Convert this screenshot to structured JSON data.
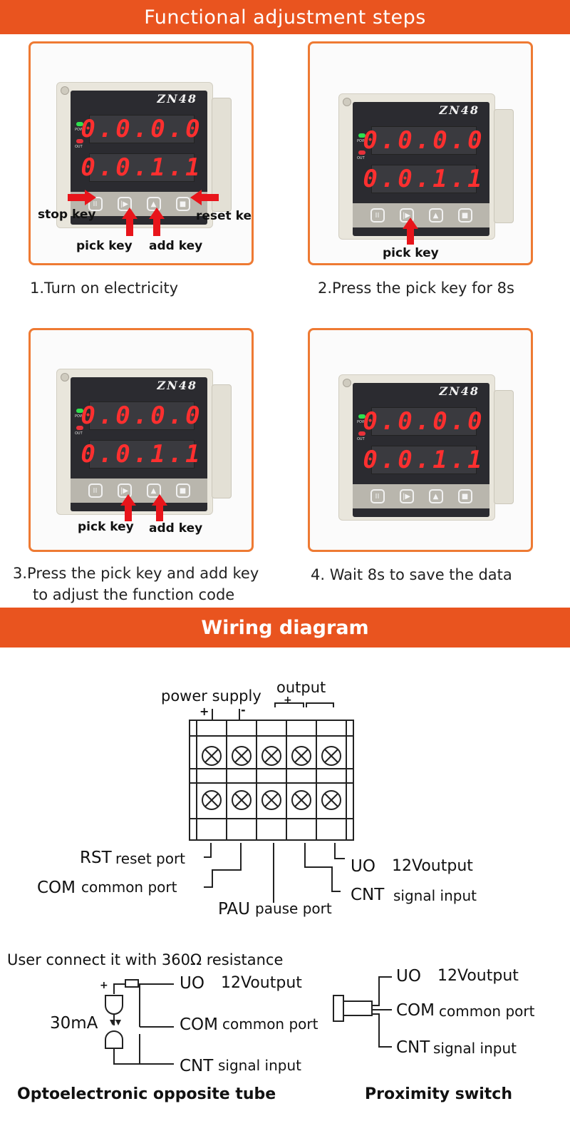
{
  "banners": {
    "top": "Functional adjustment steps",
    "wiring": "Wiring diagram"
  },
  "device": {
    "model": "ZN48",
    "led_pow": "POW",
    "led_out": "OUT",
    "display_top": "0.0.0.0",
    "display_bottom": "0.0.1.1",
    "key_icons": [
      "II",
      "|▶",
      "▲",
      "■"
    ]
  },
  "steps": [
    {
      "caption": "1.Turn on electricity",
      "labels": {
        "stop": "stop key",
        "reset": "reset key",
        "pick": "pick key",
        "add": "add key"
      }
    },
    {
      "caption": "2.Press the pick key for 8s",
      "labels": {
        "pick": "pick key"
      }
    },
    {
      "caption_line1": "3.Press the pick key and add key",
      "caption_line2": "to adjust the function code",
      "labels": {
        "pick": "pick key",
        "add": "add key"
      }
    },
    {
      "caption": "4. Wait 8s to save the data"
    }
  ],
  "wiring": {
    "power_supply": "power supply",
    "output": "output",
    "plus": "+",
    "minus": "-",
    "out_plus": "+",
    "rst_code": "RST",
    "rst_text": "reset port",
    "com_code": "COM",
    "com_text": "common port",
    "pau_code": "PAU",
    "pau_text": "pause port",
    "uo_code": "UO",
    "uo_text": "12Voutput",
    "cnt_code": "CNT",
    "cnt_text": "signal input"
  },
  "opto": {
    "note": "User connect it with 360Ω resistance",
    "current": "30mA",
    "plus": "+",
    "uo_code": "UO",
    "uo_text": "12Voutput",
    "com_code": "COM",
    "com_text": "common port",
    "cnt_code": "CNT",
    "cnt_text": "signal input",
    "title": "Optoelectronic opposite tube"
  },
  "proximity": {
    "uo_code": "UO",
    "uo_text": "12Voutput",
    "com_code": "COM",
    "com_text": "common port",
    "cnt_code": "CNT",
    "cnt_text": "signal input",
    "title": "Proximity switch"
  },
  "colors": {
    "banner": "#e9541f",
    "panel_border": "#ee7a33",
    "arrow": "#e8151b",
    "digit": "#ff2f2f"
  }
}
